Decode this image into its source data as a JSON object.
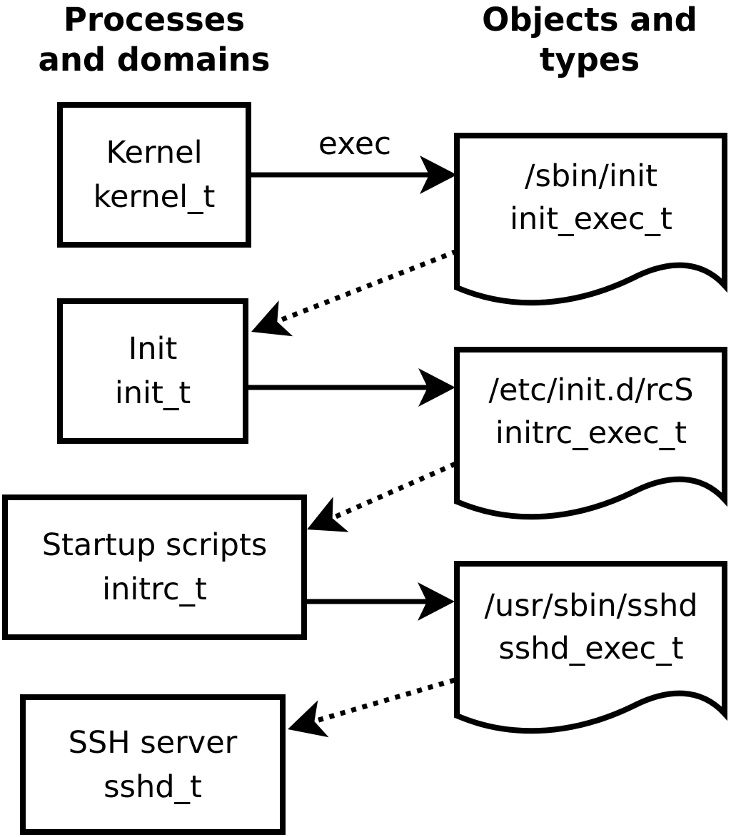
{
  "diagram": {
    "headers": {
      "left": {
        "line1": "Processes",
        "line2": "and domains"
      },
      "right": {
        "line1": "Objects and",
        "line2": "types"
      }
    },
    "processes": [
      {
        "name": "Kernel",
        "type": "kernel_t"
      },
      {
        "name": "Init",
        "type": "init_t"
      },
      {
        "name": "Startup scripts",
        "type": "initrc_t"
      },
      {
        "name": "SSH server",
        "type": "sshd_t"
      }
    ],
    "objects": [
      {
        "path": "/sbin/init",
        "type": "init_exec_t"
      },
      {
        "path": "/etc/init.d/rcS",
        "type": "initrc_exec_t"
      },
      {
        "path": "/usr/sbin/sshd",
        "type": "sshd_exec_t"
      }
    ],
    "edges": [
      {
        "from": "kernel_t",
        "to": "init_exec_t",
        "style": "solid",
        "label": "exec"
      },
      {
        "from": "init_exec_t",
        "to": "init_t",
        "style": "dotted",
        "label": ""
      },
      {
        "from": "init_t",
        "to": "initrc_exec_t",
        "style": "solid",
        "label": ""
      },
      {
        "from": "initrc_exec_t",
        "to": "initrc_t",
        "style": "dotted",
        "label": ""
      },
      {
        "from": "initrc_t",
        "to": "sshd_exec_t",
        "style": "solid",
        "label": ""
      },
      {
        "from": "sshd_exec_t",
        "to": "sshd_t",
        "style": "dotted",
        "label": ""
      }
    ],
    "colors": {
      "ink": "#000000",
      "background": "#ffffff"
    }
  }
}
